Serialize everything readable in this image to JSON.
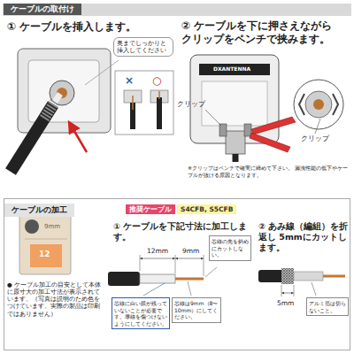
{
  "diagram": {
    "nodes": [
      {
        "text": [
          "ケーブルの取付け"
        ]
      },
      {
        "text": [
          "奥までしっかりと挿入してください"
        ]
      },
      {
        "text": [
          "ケーブルの加工"
        ]
      },
      {
        "text": [
          "推奨ケーブル"
        ],
        "in": 2
      },
      {
        "text": [
          "S4CFB, S5CFB"
        ],
        "in": 2
      },
      {
        "text": [
          "芯線の先を斜めにカットしない。"
        ],
        "in": 2
      },
      {
        "text": [
          "芯線に白い膜が残っていないことが必要です。導線を傷つけないようにしてください。"
        ],
        "in": 2
      },
      {
        "text": [
          "芯線は9mm（8〜10mm）にしてください。"
        ],
        "in": 2
      },
      {
        "text": [
          "アルミ箔は切らないこと。"
        ],
        "in": 2
      }
    ],
    "labels": [
      "① ケーブルを挿入します。",
      "×",
      "○",
      "② ケーブルを下に押さえながら クリップをペンチで挟みます。",
      "クリップ",
      "DXANTENNA",
      "クリップ",
      "※クリップはペンチで確実に締めて下さい。 漏洩性能の低下やケーブルが抜ける原因となります。",
      "9mm",
      "12",
      "● ケーブル加工の目安として本体に原寸大の加工寸法が表示されています。（写真は説明のため色をつけています。実際の製品は印刷ではありません）",
      "① ケーブルを下記寸法に加工します。",
      "12mm",
      "9mm",
      "② あみ線（編組）を折返し 5mmにカットします。",
      "5mm"
    ]
  }
}
